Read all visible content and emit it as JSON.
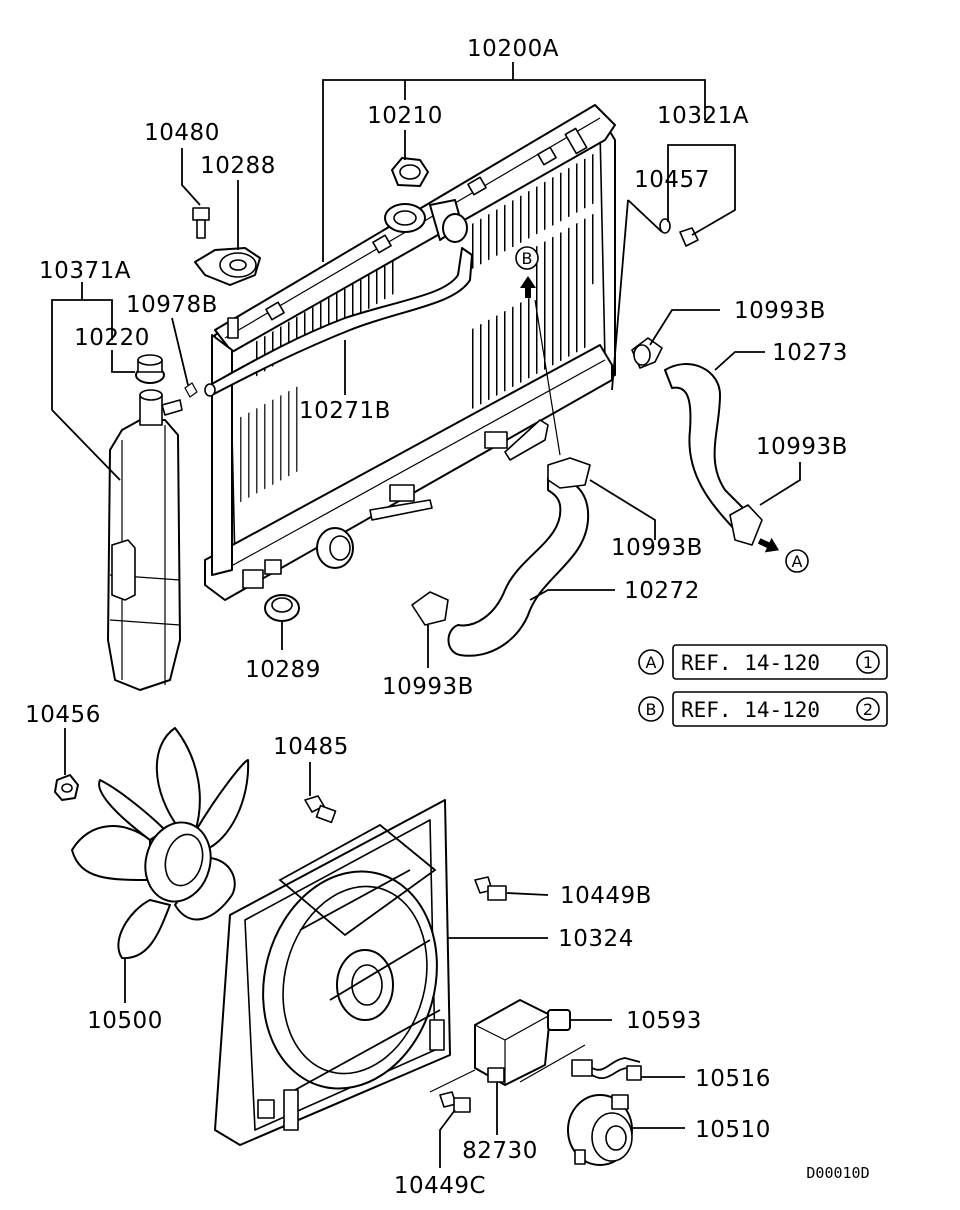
{
  "diagram_code": "D00010D",
  "labels": {
    "radiator_assy": "10200A",
    "radiator_cap": "10210",
    "drain_plug_assy": "10321A",
    "gasket": "10457",
    "bolt_top": "10480",
    "mount_top": "10288",
    "reserve_tank_assy": "10371A",
    "clip": "10978B",
    "reserve_cap": "10220",
    "overflow_hose": "10271B",
    "clamp_upper_right": "10993B",
    "upper_hose": "10273",
    "clamp_lower_right": "10993B",
    "clamp_center": "10993B",
    "lower_hose": "10272",
    "mount_bottom": "10289",
    "clamp_bottom": "10993B",
    "nut_fan": "10456",
    "bolt_shroud_top": "10485",
    "bolt_shroud_right": "10449B",
    "shroud": "10324",
    "fan": "10500",
    "connector": "10593",
    "harness": "10516",
    "motor": "10510",
    "controller": "82730",
    "bolt_controller": "10449C"
  },
  "markers": {
    "a": "A",
    "b": "B"
  },
  "refs": [
    {
      "marker": "A",
      "text": "REF. 14-120",
      "num": "1"
    },
    {
      "marker": "B",
      "text": "REF. 14-120",
      "num": "2"
    }
  ]
}
